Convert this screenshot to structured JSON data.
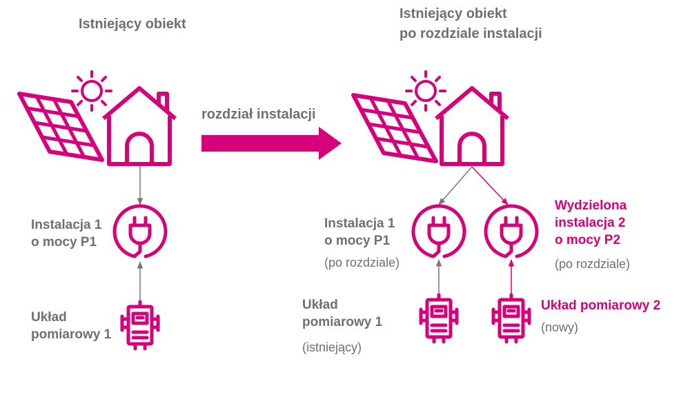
{
  "colors": {
    "accent": "#d6007a",
    "text": "#6f6f6f",
    "connector": "#777777"
  },
  "left": {
    "title": "Istniejący obiekt",
    "installation": {
      "line1": "Instalacja 1",
      "line2": "o mocy P1"
    },
    "meter": {
      "line1": "Układ",
      "line2": "pomiarowy 1"
    }
  },
  "arrow_label": "rozdział instalacji",
  "right": {
    "title_line1": "Istniejący obiekt",
    "title_line2": "po rozdziale instalacji",
    "installation1": {
      "line1": "Instalacja 1",
      "line2": "o mocy P1",
      "note": "(po rozdziale)"
    },
    "installation2": {
      "line1": "Wydzielona",
      "line2": "instalacja 2",
      "line3": "o mocy P2",
      "note": "(po rozdziale)"
    },
    "meter1": {
      "line1": "Układ",
      "line2": "pomiarowy 1",
      "note": "(istniejący)"
    },
    "meter2": {
      "line1": "Układ pomiarowy 2",
      "note": "(nowy)"
    }
  },
  "icons": [
    "solar-panel-icon",
    "sun-icon",
    "house-icon",
    "plug-icon",
    "electric-meter-icon",
    "arrow-right-icon"
  ]
}
